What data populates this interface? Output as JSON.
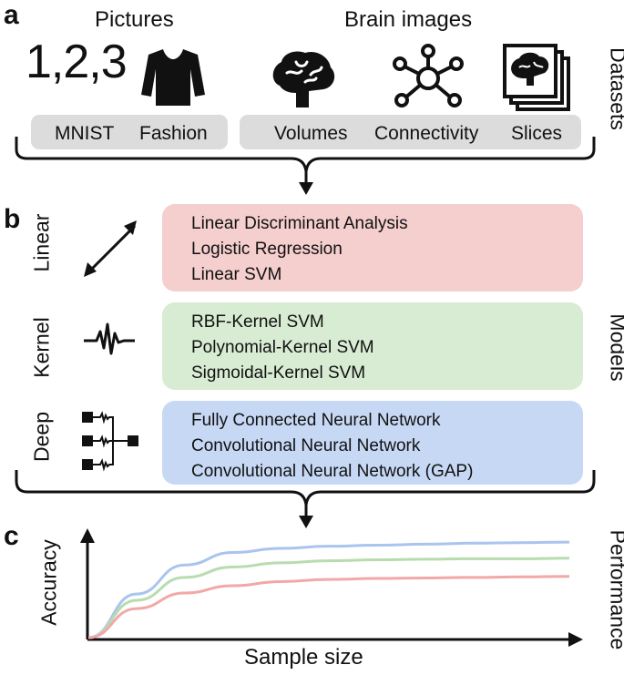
{
  "panels": {
    "a": "a",
    "b": "b",
    "c": "c"
  },
  "datasets": {
    "pictures_title": "Pictures",
    "brain_title": "Brain images",
    "digits_text": "1,2,3",
    "items": [
      "MNIST",
      "Fashion",
      "Volumes",
      "Connectivity",
      "Slices"
    ],
    "side_label": "Datasets"
  },
  "models": {
    "side_label": "Models",
    "groups": [
      {
        "label": "Linear",
        "color": "#f5cece",
        "items": [
          "Linear Discriminant Analysis",
          "Logistic Regression",
          "Linear SVM"
        ]
      },
      {
        "label": "Kernel",
        "color": "#d8ebd3",
        "items": [
          "RBF-Kernel SVM",
          "Polynomial-Kernel SVM",
          "Sigmoidal-Kernel SVM"
        ]
      },
      {
        "label": "Deep",
        "color": "#c7d8f5",
        "items": [
          "Fully Connected Neural Network",
          "Convolutional Neural Network",
          "Convolutional Neural Network (GAP)"
        ]
      }
    ]
  },
  "performance": {
    "side_label": "Performance",
    "ylabel": "Accuracy",
    "xlabel": "Sample size"
  },
  "chart_data": {
    "type": "line",
    "title": "",
    "xlabel": "Sample size",
    "ylabel": "Accuracy",
    "grid": false,
    "x": [
      0,
      0.1,
      0.2,
      0.3,
      0.4,
      0.5,
      0.6,
      0.7,
      0.8,
      0.9,
      1.0
    ],
    "series": [
      {
        "color": "#a9c4ee",
        "values": [
          0,
          0.42,
          0.7,
          0.82,
          0.86,
          0.88,
          0.89,
          0.9,
          0.91,
          0.915,
          0.92
        ]
      },
      {
        "color": "#b8dcae",
        "values": [
          0,
          0.36,
          0.58,
          0.68,
          0.72,
          0.74,
          0.75,
          0.755,
          0.76,
          0.76,
          0.765
        ]
      },
      {
        "color": "#f2a8a8",
        "values": [
          0,
          0.28,
          0.43,
          0.5,
          0.54,
          0.56,
          0.57,
          0.575,
          0.58,
          0.585,
          0.59
        ]
      }
    ]
  }
}
